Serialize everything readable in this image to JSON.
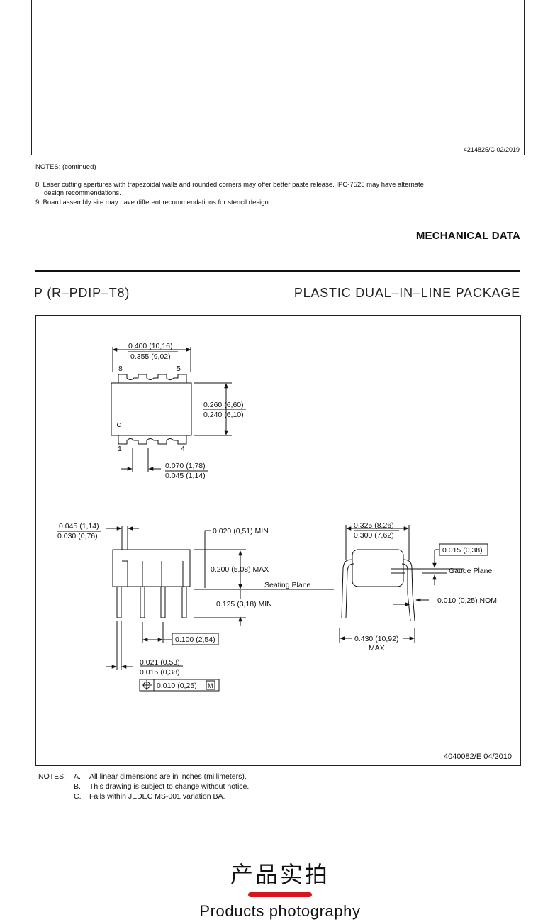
{
  "top_box": {
    "doc_number": "4214825/C  02/2019"
  },
  "notes_top": {
    "heading": "NOTES: (continued)",
    "note8_line1": "8. Laser cutting apertures with trapezoidal walls and rounded corners may offer better paste release. IPC-7525 may have alternate",
    "note8_line2": "design recommendations.",
    "note9": "9. Board assembly site may have different recommendations for stencil design."
  },
  "mechanical": {
    "title": "MECHANICAL DATA",
    "package_code": "P (R–PDIP–T8)",
    "package_name": "PLASTIC DUAL–IN–LINE PACKAGE"
  },
  "drawing": {
    "doc_number": "4040082/E  04/2010",
    "top_view": {
      "width_max": "0.400 (10,16)",
      "width_min": "0.355 (9,02)",
      "pin8": "8",
      "pin5": "5",
      "pin1": "1",
      "pin4": "4",
      "body_max": "0.260 (6,60)",
      "body_min": "0.240 (6,10)",
      "end_max": "0.070 (1,78)",
      "end_min": "0.045 (1,14)"
    },
    "side_view": {
      "shoulder_max": "0.045 (1,14)",
      "shoulder_min": "0.030 (0,76)",
      "standoff": "0.020 (0,51) MIN",
      "height": "0.200 (5,08) MAX",
      "seating_plane": "Seating Plane",
      "lead_length": "0.125 (3,18) MIN",
      "pitch": "0.100 (2,54)",
      "lead_width_max": "0.021 (0,53)",
      "lead_width_min": "0.015 (0,38)",
      "position_tolerance": "0.010 (0,25)",
      "position_tolerance_modifier": "M"
    },
    "end_view": {
      "row_max": "0.325 (8,26)",
      "row_min": "0.300 (7,62)",
      "gauge_value": "0.015 (0,38)",
      "gauge_plane": "Gauge Plane",
      "lead_thickness": "0.010 (0,25) NOM",
      "spread": "0.430 (10,92)",
      "spread_suffix": "MAX"
    }
  },
  "notes_bottom": {
    "label": "NOTES:",
    "items": [
      {
        "letter": "A.",
        "text": "All linear dimensions are in inches (millimeters)."
      },
      {
        "letter": "B.",
        "text": "This drawing is subject to change without notice."
      },
      {
        "letter": "C.",
        "text": "Falls within JEDEC MS-001 variation BA."
      }
    ]
  },
  "section": {
    "title_zh": "产品实拍",
    "title_en": "Products photography",
    "accent_color": "#d7151c"
  }
}
